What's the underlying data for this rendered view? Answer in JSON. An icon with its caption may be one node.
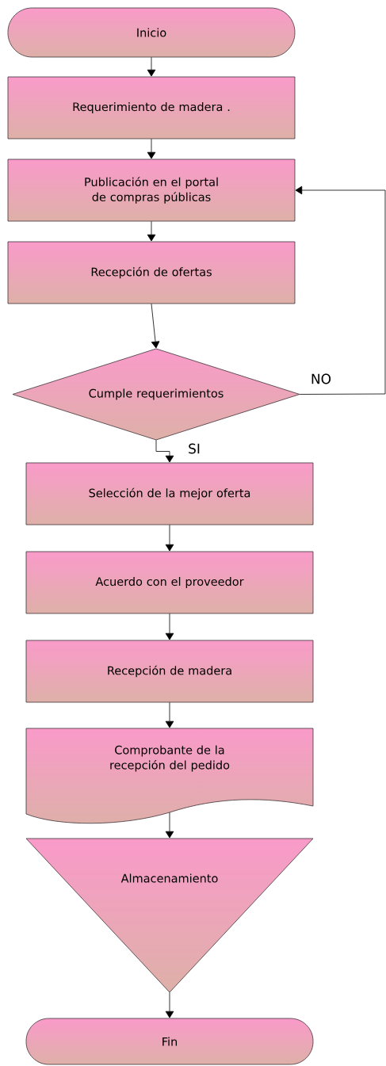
{
  "diagram": {
    "nodes": [
      {
        "text": [
          "Inicio"
        ]
      },
      {
        "text": [
          "Requerimiento de madera ."
        ]
      },
      {
        "text": [
          "Publicación en el portal de compras públicas"
        ]
      },
      {
        "text": [
          "Recepción de ofertas"
        ]
      },
      {
        "text": [
          "Cumple requerimientos"
        ]
      },
      {
        "text": [
          "Selección de la mejor oferta"
        ]
      },
      {
        "text": [
          "Acuerdo con el proveedor"
        ]
      },
      {
        "text": [
          "Recepción de madera"
        ]
      },
      {
        "text": [
          "Comprobante de la recepción del pedido"
        ]
      },
      {
        "text": [
          "Almacenamiento"
        ]
      },
      {
        "text": [
          "Fin"
        ]
      }
    ],
    "edges": [
      {
        "from": 0,
        "to": 1,
        "arrow": "to"
      },
      {
        "from": 1,
        "to": 2,
        "arrow": "to"
      },
      {
        "from": 2,
        "to": 3,
        "arrow": "to"
      },
      {
        "from": 3,
        "to": 4,
        "arrow": "to"
      },
      {
        "from": 4,
        "to": 5,
        "arrow": "to",
        "label": "SI"
      },
      {
        "from": 4,
        "to": 2,
        "arrow": "to",
        "label": "NO"
      },
      {
        "from": 5,
        "to": 6,
        "arrow": "to"
      },
      {
        "from": 6,
        "to": 7,
        "arrow": "to"
      },
      {
        "from": 7,
        "to": 8,
        "arrow": "to"
      },
      {
        "from": 8,
        "to": 9,
        "arrow": "to"
      },
      {
        "from": 9,
        "to": 10,
        "arrow": "to"
      }
    ]
  }
}
